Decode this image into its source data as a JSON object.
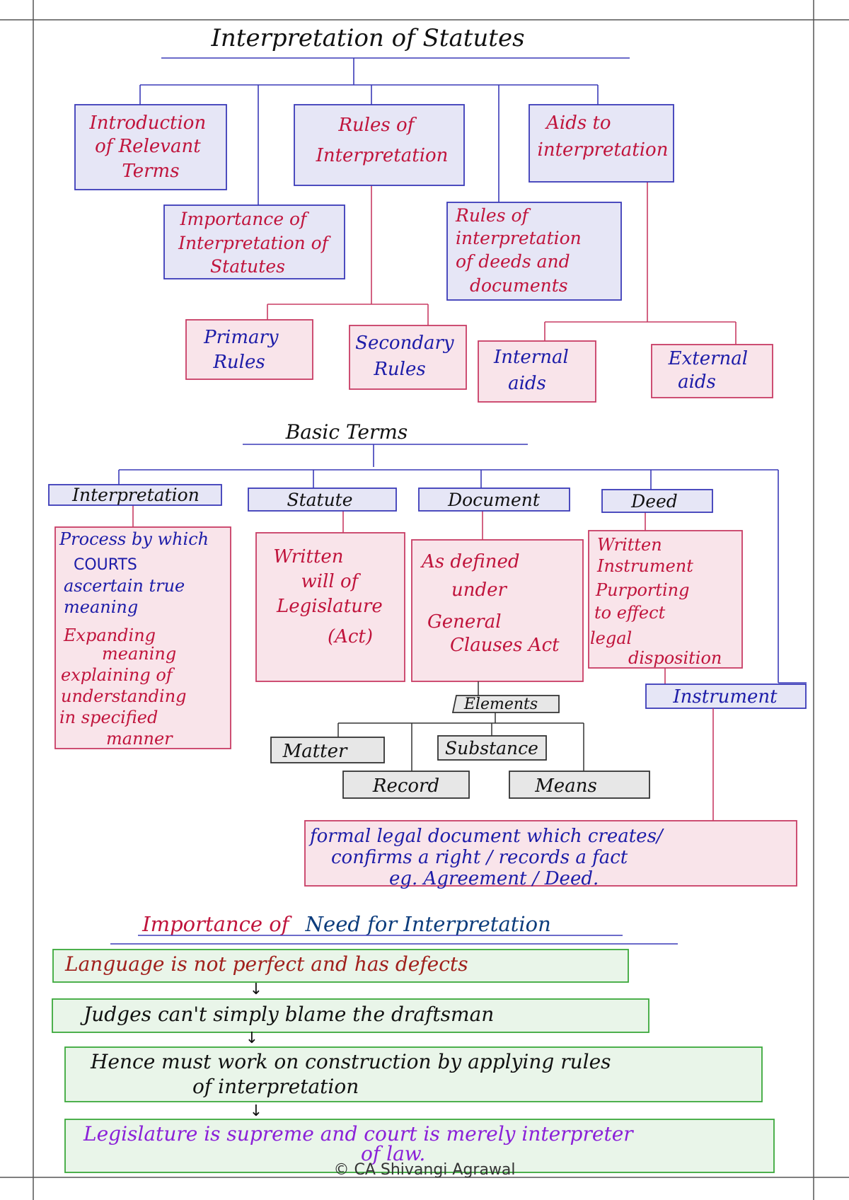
{
  "title": "Interpretation of Statutes",
  "top_branches": {
    "intro": [
      "Introduction",
      "of Relevant",
      "Terms"
    ],
    "rules": [
      "Rules of",
      "Interpretation"
    ],
    "aids": [
      "Aids to",
      "interpretation"
    ],
    "importance": [
      "Importance of",
      "Interpretation of",
      "Statutes"
    ],
    "deeds_rules": [
      "Rules of",
      "interpretation",
      "of deeds and",
      "documents"
    ],
    "primary": [
      "Primary",
      "Rules"
    ],
    "secondary": [
      "Secondary",
      "Rules"
    ],
    "internal": [
      "Internal",
      "aids"
    ],
    "external": [
      "External",
      "aids"
    ]
  },
  "basic_terms": {
    "heading": "Basic Terms",
    "interpretation": {
      "label": "Interpretation",
      "definition_blue": [
        "Process by which",
        "COURTS",
        "ascertain true",
        "meaning"
      ],
      "definition_red": [
        "Expanding",
        "meaning",
        "explaining of",
        "understanding",
        "in specified",
        "manner"
      ]
    },
    "statute": {
      "label": "Statute",
      "definition": [
        "Written",
        "will of",
        "Legislature",
        "(Act)"
      ]
    },
    "document": {
      "label": "Document",
      "definition": [
        "As defined",
        "under",
        "General",
        "Clauses Act"
      ],
      "elements_label": "Elements",
      "elements": [
        "Matter",
        "Substance",
        "Record",
        "Means"
      ]
    },
    "deed": {
      "label": "Deed",
      "definition": [
        "Written",
        "Instrument",
        "Purporting",
        "to effect",
        "legal",
        "disposition"
      ]
    },
    "instrument": {
      "label": "Instrument",
      "definition": [
        "formal legal document which creates/",
        "confirms a right / records a fact",
        "eg. Agreement / Deed."
      ]
    }
  },
  "importance_section": {
    "heading_part1": "Importance of",
    "heading_part2": "Need for Interpretation",
    "steps": [
      "Language is not perfect and has defects",
      "Judges can't simply blame the draftsman",
      "Hence must work on construction by applying rules",
      "of interpretation",
      "Legislature is supreme and court is merely interpreter",
      "of law."
    ]
  },
  "footer": "© CA Shivangi Agrawal"
}
